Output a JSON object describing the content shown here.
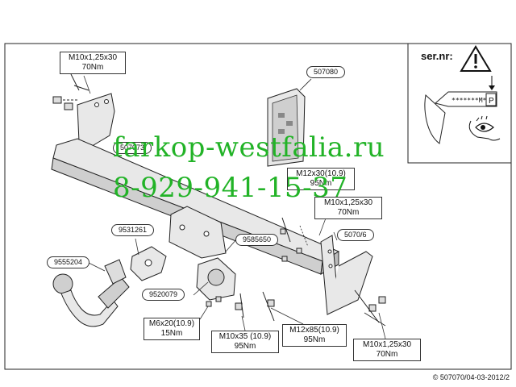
{
  "serial_label": "ser.nr:",
  "plate": {
    "stars": "*******M*",
    "letter": "P"
  },
  "watermark": {
    "site": "farkop-westfalia.ru",
    "phone": "8-929-941-15-37"
  },
  "labels": {
    "top_left": {
      "thread": "M10x1,25x30",
      "torque": "70Nm"
    },
    "mid_right": {
      "thread": "M12x30(10.9)",
      "torque": "95Nm",
      "thread2": "M10x1,25x30",
      "torque2": "70Nm"
    },
    "m6": {
      "thread": "M6x20(10.9)",
      "torque": "15Nm"
    },
    "m10x35": {
      "thread": "M10x35 (10.9)",
      "torque": "95Nm"
    },
    "m12x85": {
      "thread": "M12x85(10.9)",
      "torque": "95Nm"
    },
    "bottom_right": {
      "thread": "M10x1,25x30",
      "torque": "70Nm"
    }
  },
  "parts": {
    "plate_code": "507080",
    "crossbar_code": "507073",
    "bracket_code": "5070/6",
    "part_9531261": "9531261",
    "part_9555204": "9555204",
    "part_9585650": "9585650",
    "part_9520079": "9520079"
  },
  "footer": "© 507070/04-03-2012/2",
  "colors": {
    "watermark": "#22b327",
    "line": "#222222",
    "fill_light": "#e8e8e8",
    "fill_mid": "#cfcfcf"
  }
}
